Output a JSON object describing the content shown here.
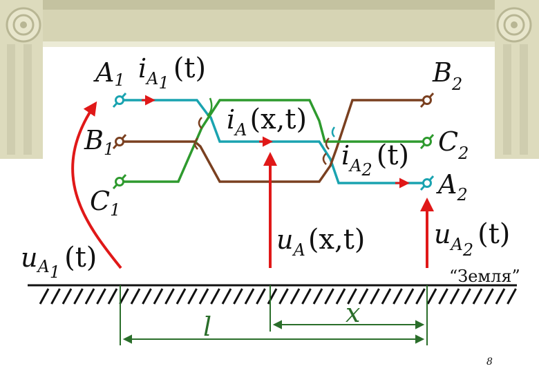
{
  "colors": {
    "phase_a": "#1aa3b0",
    "phase_b": "#7a4020",
    "phase_c": "#2e9a2e",
    "voltage_arrow": "#e01818",
    "dimension": "#2a6e2a",
    "frame_dark": "#c8c6a4",
    "frame_light": "#e4e2c6"
  },
  "labels": {
    "a1": "A",
    "a1_sub": "1",
    "b1": "B",
    "b1_sub": "1",
    "c1": "C",
    "c1_sub": "1",
    "a2": "A",
    "a2_sub": "2",
    "b2": "B",
    "b2_sub": "2",
    "c2": "C",
    "c2_sub": "2",
    "i_a1_main": "i",
    "i_a1_sub": "A",
    "i_a1_sub2": "1",
    "i_a1_arg": "(t)",
    "i_ax_main": "i",
    "i_ax_sub": "A",
    "i_ax_arg": "(x,t)",
    "i_a2_main": "i",
    "i_a2_sub": "A",
    "i_a2_sub2": "2",
    "i_a2_arg": "(t)",
    "u_a1_main": "u",
    "u_a1_sub": "A",
    "u_a1_sub2": "1",
    "u_a1_arg": "(t)",
    "u_ax_main": "u",
    "u_ax_sub": "A",
    "u_ax_arg": "(x,t)",
    "u_a2_main": "u",
    "u_a2_sub": "A",
    "u_a2_sub2": "2",
    "u_a2_arg": "(t)",
    "ground": "“Земля”",
    "dim_l": "l",
    "dim_x": "x",
    "page_number": "8"
  }
}
